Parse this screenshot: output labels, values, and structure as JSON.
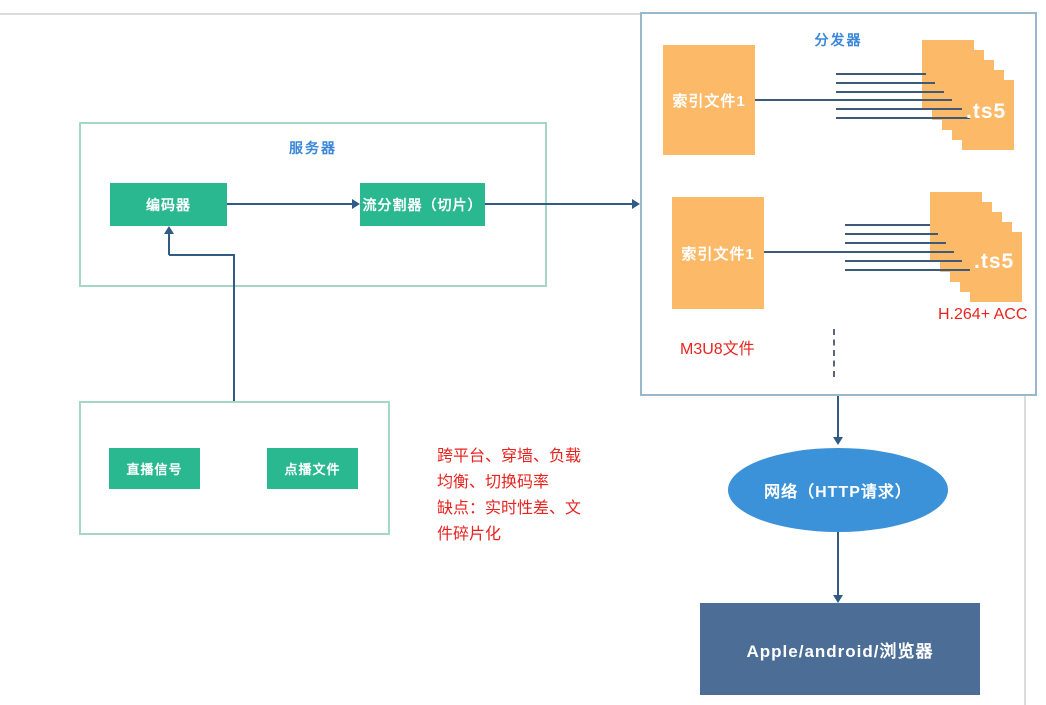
{
  "server_panel": {
    "label": "服务器",
    "encoder_label": "编码器",
    "splitter_label": "流分割器（切片）"
  },
  "source_panel": {
    "live_label": "直播信号",
    "vod_label": "点播文件"
  },
  "notes": {
    "lines": [
      "跨平台、穿墙、负载",
      "均衡、切换码率",
      "缺点：实时性差、文",
      "件碎片化"
    ]
  },
  "distributor_panel": {
    "label": "分发器",
    "index1_label": "索引文件1",
    "index2_label": "索引文件1",
    "ts1_label": ".ts5",
    "ts2_label": ".ts5",
    "m3u8_label": "M3U8文件",
    "codec_label": "H.264+ ACC"
  },
  "network_node": {
    "label": "网络（HTTP请求）"
  },
  "client_node": {
    "label": "Apple/android/浏览器"
  },
  "colors": {
    "node_green": "#2ab890",
    "file_orange": "#fcba69",
    "annotation_red": "#e8241f",
    "network_blue": "#3b92d8",
    "client_slate": "#4c6d95",
    "connector_blue": "#2f5b84",
    "panel_teal_border": "#a5d6c6",
    "panel_blue_border": "#96bacc",
    "label_blue": "#3a86d8",
    "page_divider_gray": "#dcdcdc"
  }
}
